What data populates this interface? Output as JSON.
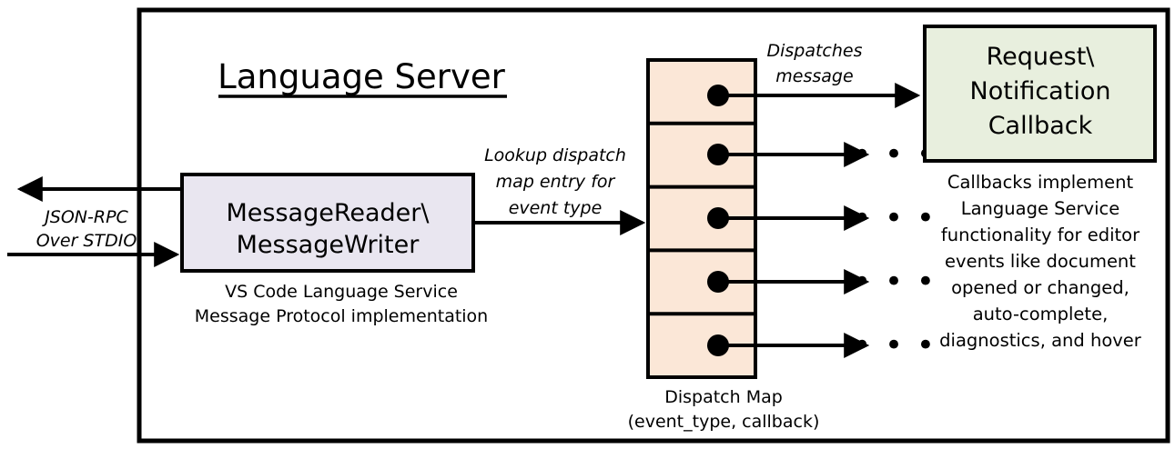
{
  "figure": {
    "title": "Language Server",
    "background_color": "#FFFFFF",
    "line_color": "#000000"
  },
  "outer_container": {
    "label": "language-server-boundary",
    "title": "Language Server"
  },
  "message_io": {
    "annotation_line1": "JSON-RPC",
    "annotation_line2": "Over STDIO",
    "outbound_arrow": "arrow-out-left",
    "inbound_arrow": "arrow-in-right"
  },
  "message_box": {
    "line1": "MessageReader\\",
    "line2": "MessageWriter",
    "fill": "#E9E6F0",
    "caption_line1": "VS Code Language Service",
    "caption_line2": "Message Protocol implementation"
  },
  "lookup_annotation": {
    "line1": "Lookup dispatch",
    "line2": "map entry for",
    "line3": "event type"
  },
  "dispatch_map": {
    "fill": "#FBE7D7",
    "caption_line1": "Dispatch Map",
    "caption_line2": "(event_type, callback)",
    "row_count": 5,
    "rows": [
      {
        "index": 1,
        "has_dot": true,
        "target": "callback-box"
      },
      {
        "index": 2,
        "has_dot": true,
        "target": "ellipsis"
      },
      {
        "index": 3,
        "has_dot": true,
        "target": "ellipsis"
      },
      {
        "index": 4,
        "has_dot": true,
        "target": "ellipsis"
      },
      {
        "index": 5,
        "has_dot": true,
        "target": "ellipsis"
      }
    ],
    "ellipsis_glyph": "• • •"
  },
  "dispatch_annotation": {
    "line1": "Dispatches",
    "line2": "message"
  },
  "callback_box": {
    "line1": "Request\\",
    "line2": "Notification",
    "line3": "Callback",
    "fill": "#E8EFDE"
  },
  "callback_description": {
    "lines": [
      "Callbacks implement",
      "Language Service",
      "functionality for editor",
      "events like document",
      "opened or changed,",
      "auto-complete,",
      "diagnostics, and hover"
    ]
  }
}
